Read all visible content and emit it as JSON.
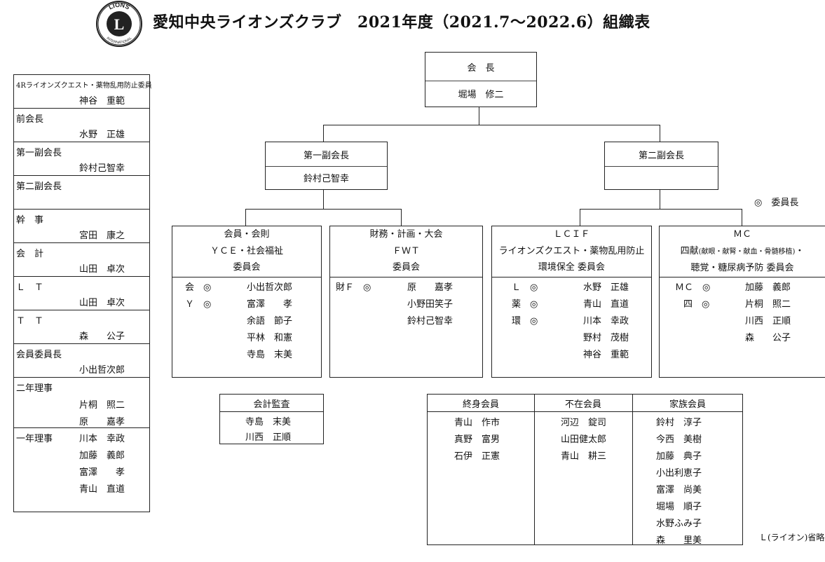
{
  "header": {
    "title": "愛知中央ライオンズクラブ　2021年度（2021.7～2022.6）組織表",
    "logo_text_top": "LIONS",
    "logo_text_bottom": "INTERNATIONAL",
    "logo_letter": "L"
  },
  "roster": [
    {
      "role": "4Rライオンズクエスト・薬物乱用防止委員",
      "names": [
        "神谷　重範"
      ],
      "small": true
    },
    {
      "role": "前会長",
      "names": [
        "水野　正雄"
      ]
    },
    {
      "role": "第一副会長",
      "names": [
        "鈴村己智幸"
      ]
    },
    {
      "role": "第二副会長",
      "names": []
    },
    {
      "role": "幹　事",
      "names": [
        "宮田　康之"
      ]
    },
    {
      "role": "会　計",
      "names": [
        "山田　卓次"
      ]
    },
    {
      "role": "Ｌ　Ｔ",
      "names": [
        "山田　卓次"
      ]
    },
    {
      "role": "Ｔ　Ｔ",
      "names": [
        "森　　公子"
      ]
    },
    {
      "role": "会員委員長",
      "names": [
        "小出哲次郎"
      ]
    },
    {
      "role": "二年理事",
      "names": [
        "片桐　照二",
        "原　　嘉孝",
        "川本　幸政"
      ]
    },
    {
      "role": "一年理事",
      "names": [
        "加藤　義郎",
        "富澤　　孝",
        "青山　直道"
      ]
    }
  ],
  "president": {
    "title": "会　長",
    "name": "堀場　修二"
  },
  "vp1": {
    "title": "第一副会長",
    "name": "鈴村己智幸"
  },
  "vp2": {
    "title": "第二副会長",
    "name": ""
  },
  "legend_chair": "◎　委員長",
  "committees": [
    {
      "head": [
        "会員・会則",
        "ＹＣＥ・社会福祉",
        "委員会"
      ],
      "marks": [
        "会　◎",
        "Ｙ　◎"
      ],
      "members": [
        "小出哲次郎",
        "富澤　　孝",
        "余語　節子",
        "平林　和憲",
        "寺島　末美"
      ]
    },
    {
      "head": [
        "財務・計画・大会",
        "ＦＷＴ",
        "委員会"
      ],
      "marks": [
        "財Ｆ　◎"
      ],
      "members": [
        "原　　嘉孝",
        "小野田笑子",
        "鈴村己智幸"
      ]
    },
    {
      "head": [
        "ＬＣＩＦ",
        "ライオンズクエスト・薬物乱用防止",
        "環境保全 委員会"
      ],
      "marks": [
        "Ｌ　◎",
        "薬　◎",
        "環　◎"
      ],
      "members": [
        "水野　正雄",
        "青山　直道",
        "川本　幸政",
        "野村　茂樹",
        "神谷　重範"
      ]
    },
    {
      "head": [
        "ＭＣ",
        "四献",
        "(献眼・献腎・献血・骨髄移植)",
        "・",
        "聴覚・糖尿病予防 委員会"
      ],
      "marks": [
        "ＭＣ　◎",
        "四　◎"
      ],
      "members": [
        "加藤　義郎",
        "片桐　照二",
        "川西　正順",
        "森　　公子"
      ]
    }
  ],
  "audit": {
    "title": "会計監査",
    "members": [
      "寺島　末美",
      "川西　正順"
    ]
  },
  "membership": [
    {
      "title": "終身会員",
      "members": [
        "青山　作市",
        "真野　富男",
        "石伊　正憲"
      ]
    },
    {
      "title": "不在会員",
      "members": [
        "河辺　錠司",
        "山田健太郎",
        "青山　耕三"
      ]
    },
    {
      "title": "家族会員",
      "members": [
        "鈴村　淳子",
        "今西　美樹",
        "加藤　典子",
        "小出利恵子",
        "富澤　尚美",
        "堀場　順子",
        "水野ふみ子",
        "森　　里美"
      ]
    }
  ],
  "footnote": "Ｌ(ライオン)省略"
}
